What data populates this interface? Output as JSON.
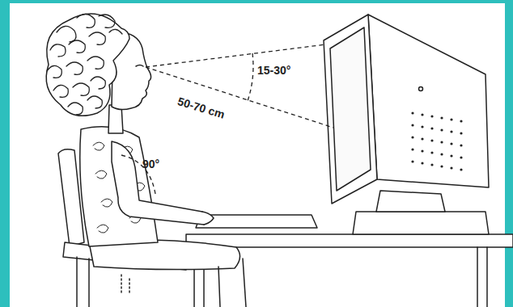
{
  "diagram": {
    "labels": [
      "15-30°",
      "50-70 cm",
      "90°"
    ]
  }
}
